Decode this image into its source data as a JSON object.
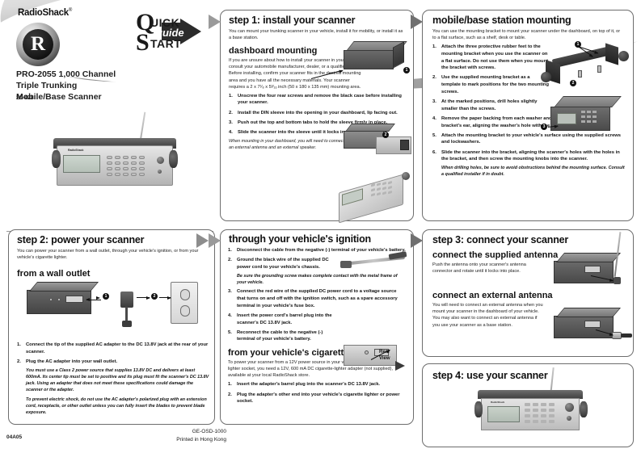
{
  "cover": {
    "brand": "RadioShack",
    "brand_reg": "®",
    "badge_letter": "R",
    "logo": {
      "q": "Q",
      "uick": "UICK",
      "guide": "guide",
      "s": "S",
      "tart": "TART"
    },
    "product_title_line1": "PRO-2055 1,000 Channel",
    "product_title_line2": "Triple Trunking",
    "product_title_line3": "Mobile/Base Scanner",
    "catalog_number": "20-428",
    "scanner_badge": "RadioShack",
    "scanner_model": "PRO-2055"
  },
  "step1": {
    "title": "step 1: install your scanner",
    "intro": "You can mount your trunking scanner in your vehicle, install it for mobility, or install it as a base station.",
    "sub_title": "dashboard mounting",
    "sub_intro": "If you are unsure about how to install your scanner in your vehicle, consult your automobile manufacturer, dealer, or a qualified installer. Before installing, confirm your scanner fits in the desired mounting area and you have all the necessary materials. Your scanner requires a 2 x 7¹⁄₈ x 5³⁄₁₆ inch (50 x 180 x 135 mm) mounting area.",
    "steps": [
      "Unscrew the four rear screws and remove the black case before installing your scanner.",
      "Install the DIN sleeve into the opening in your dashboard, lip facing out.",
      "Push out the top and bottom tabs to hold the sleeve firmly in place.",
      "Slide the scanner into the sleeve until it locks in place."
    ],
    "note": "When mounting in your dashboard, you will need to connect an external antenna and an external speaker.",
    "callouts": [
      "1",
      "2"
    ]
  },
  "mobile_base": {
    "title": "mobile/base station mounting",
    "intro": "You can use the mounting bracket to mount your scanner under the dashboard, on top of it, or to a flat surface, such as a shelf, desk or table.",
    "steps": [
      "Attach the three protective rubber feet to the mounting bracket when you use the scanner on a flat surface. Do not use them when you mount the bracket with screws.",
      "Use the supplied mounting bracket as a template to mark positions for the two mounting screws.",
      "At the marked positions, drill holes slightly smaller than the screws.",
      "Remove the paper backing from each washer and stick one inside of each bracket's ear, aligning the washer's hole with the bracket's hole.",
      "Attach the mounting bracket to your vehicle's surface using the supplied screws and lockwashers.",
      "Slide the scanner into the bracket, aligning the scanner's holes with the holes in the bracket, and then screw the mounting knobs into the scanner."
    ],
    "note": "When drilling holes, be sure to avoid obstructions behind the mounting surface. Consult a qualified installer if in doubt.",
    "callouts": [
      "1",
      "2",
      "3"
    ]
  },
  "step2": {
    "title": "step 2: power your scanner",
    "intro": "You can power your scanner from a wall outlet, through your vehicle's ignition, or from your vehicle's cigarette lighter.",
    "sub_title": "from a wall outlet",
    "steps": [
      "Connect the tip of the supplied AC adapter to the DC 13.8V jack at the rear of your scanner.",
      "Plug the AC adapter into your wall outlet."
    ],
    "note1": "You must use a Class 2 power source that supplies 13.8V DC and delivers at least 600mA. Its center tip must be set to positive and its plug must fit the scanner's DC 13.8V jack. Using an adapter that does not meet these specifications could damage the scanner or the adapter.",
    "note2": "To prevent electric shock, do not use the AC adapter's polarized plug with an extension cord, receptacle, or other outlet unless you can fully insert the blades to prevent blade exposure.",
    "callouts": [
      "1",
      "2"
    ]
  },
  "ignition": {
    "title": "through your vehicle's ignition",
    "steps": [
      "Disconnect the cable from the negative (-) terminal of your vehicle's battery.",
      "Ground the black wire of the supplied DC power cord to your vehicle's chassis.",
      "Connect the red wire of the supplied DC power cord to a voltage source that turns on and off with the ignition switch, such as a spare accessory terminal in your vehicle's fuse box.",
      "Insert the power cord's barrel plug into the scanner's DC 13.8V jack.",
      "Reconnect the cable to the negative (-) terminal of your vehicle's battery."
    ],
    "step2_note": "Be sure the grounding screw makes complete contact with the metal frame of your vehicle.",
    "rear_view_caption_line1": "Rear",
    "rear_view_caption_line2": "View"
  },
  "cigarette": {
    "title": "from your vehicle's cigarette lighter",
    "intro": "To power your scanner from a 12V power source in your vehicle, such as a cigarette-lighter socket, you need a 12V, 600 mA DC cigarette-lighter adapter (not supplied), available at your local RadioShack store.",
    "steps": [
      "Insert the adapter's barrel plug into the scanner's DC 13.8V jack.",
      "Plug the adapter's other end into your vehicle's cigarette lighter or power socket."
    ]
  },
  "step3": {
    "title": "step 3: connect your scanner",
    "sub1_title": "connect the supplied antenna",
    "sub1_text": "Push the antenna onto your scanner's antenna connector and rotate until it locks into place.",
    "sub2_title": "connect an external antenna",
    "sub2_text": "You will need to connect an external antenna when you mount your scanner in the dashboard of your vehicle. You may also want to connect an external antenna if you use your scanner as a base station."
  },
  "step4": {
    "title": "step 4: use your scanner"
  },
  "footer": {
    "left": "04A05",
    "right_line1": "GE-OSD-1000",
    "right_line2": "Printed in Hong Kong"
  }
}
